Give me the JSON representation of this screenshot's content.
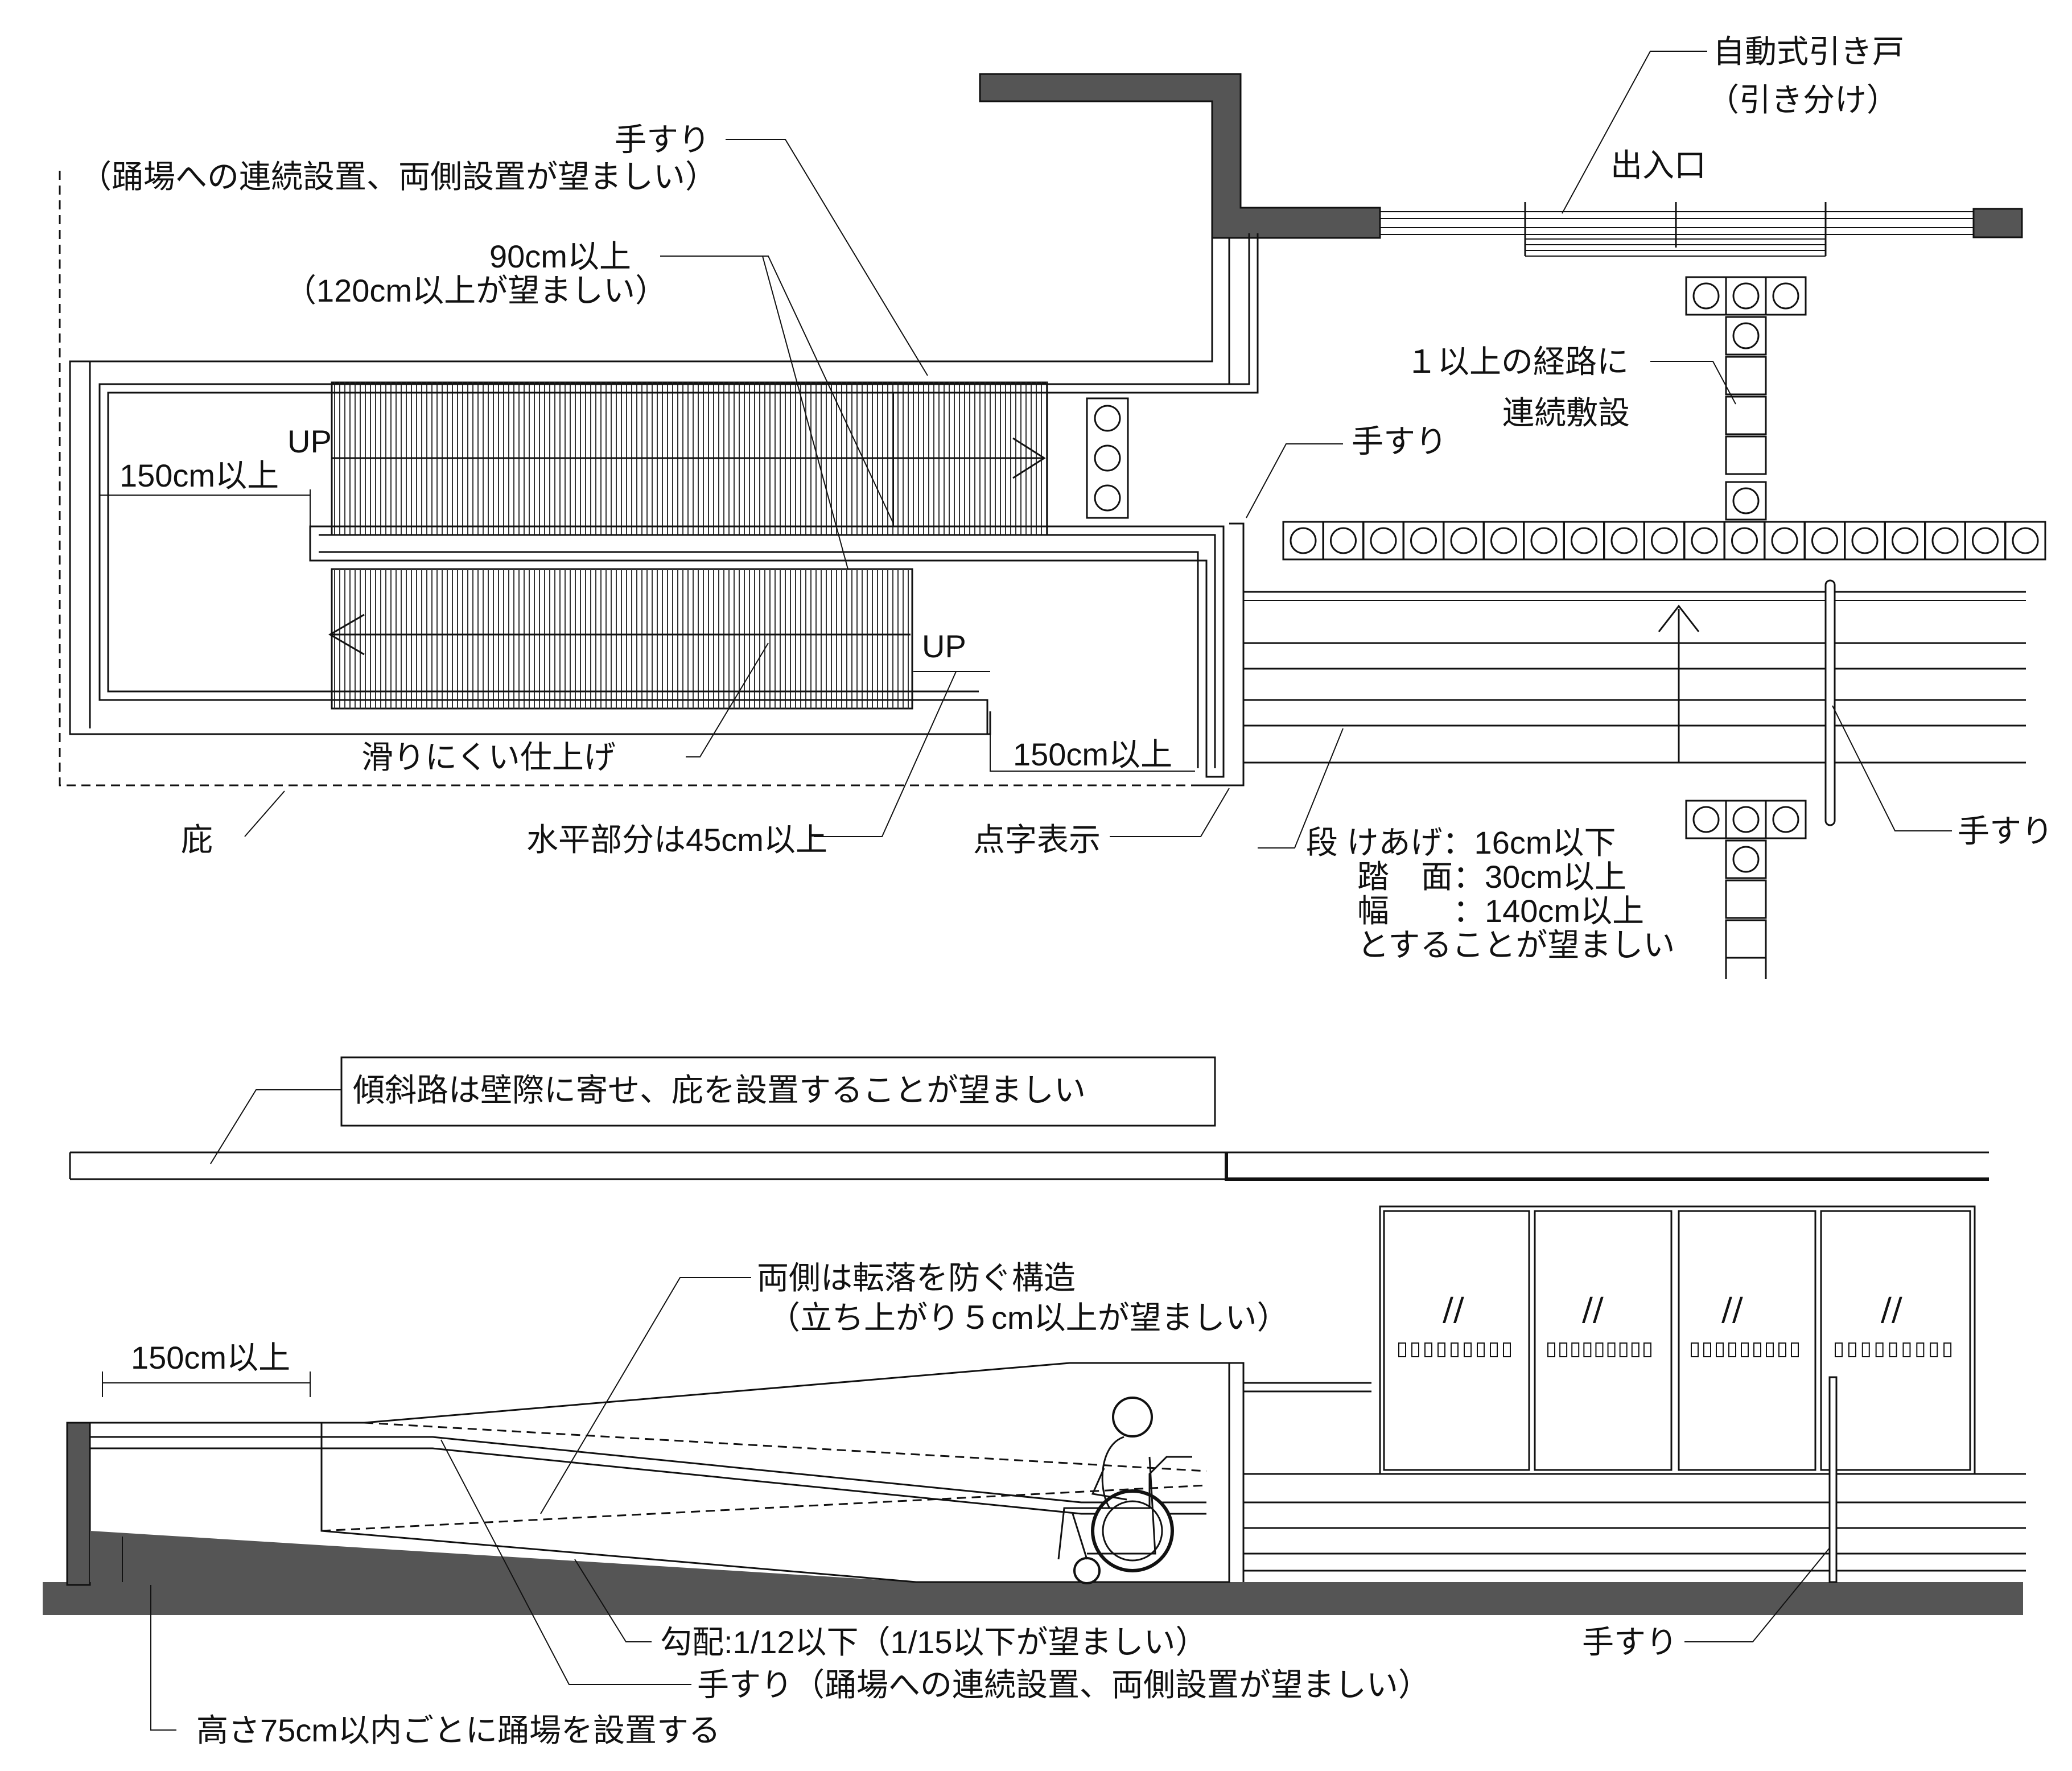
{
  "plan": {
    "handrail_top": "手すり",
    "handrail_top_note": "（踊場への連続設置、両側設置が望ましい）",
    "width_main": "90cm以上",
    "width_note": "（120cm以上が望ましい）",
    "landing_len_left": "150cm以上",
    "up_upper": "UP",
    "up_lower": "UP",
    "nonslip": "滑りにくい仕上げ",
    "eave": "庇",
    "horizontal": "水平部分は45cm以上",
    "landing_len_bottom": "150cm以上",
    "braille": "点字表示",
    "door_type": "自動式引き戸",
    "door_type_2": "（引き分け）",
    "entrance": "出入口",
    "route_1": "１以上の経路に",
    "route_2": "連続敷設",
    "handrail_right": "手すり",
    "handrail_stair": "手すり",
    "step_1": "段 けあげ：16cm以下",
    "step_2": "踏　面：30cm以上",
    "step_3": "幅　　：140cm以上",
    "step_4": "とすることが望ましい"
  },
  "elevation": {
    "boxed_note": "傾斜路は壁際に寄せ、庇を設置することが望ましい",
    "edge_note_1": "両側は転落を防ぐ構造",
    "edge_note_2": "（立ち上がり５cm以上が望ましい）",
    "landing_len": "150cm以上",
    "gradient": "勾配:1/12以下（1/15以下が望ましい）",
    "handrail": "手すり（踊場への連続設置、両側設置が望ましい）",
    "landing_height": "高さ75cm以内ごとに踊場を設置する",
    "handrail_right": "手すり",
    "door_mark": "//"
  },
  "colors": {
    "wall": "#555555",
    "line": "#111111",
    "background": "#ffffff"
  }
}
